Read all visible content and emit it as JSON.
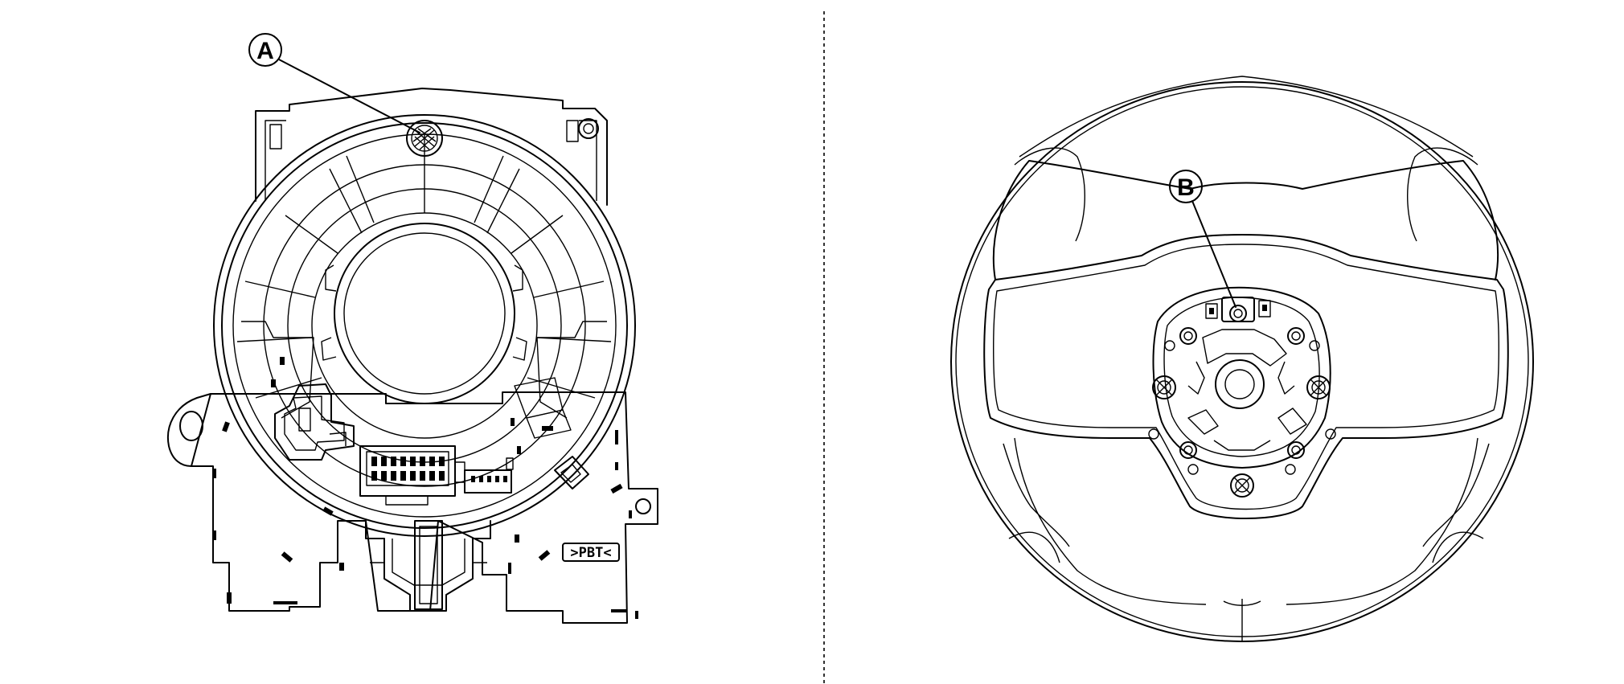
{
  "callouts": {
    "a": "A",
    "b": "B"
  },
  "part_marking": ">PBT<"
}
